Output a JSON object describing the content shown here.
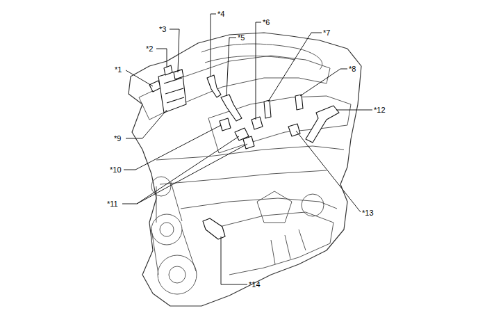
{
  "diagram": {
    "labels": [
      "*1",
      "*2",
      "*3",
      "*4",
      "*5",
      "*6",
      "*7",
      "*8",
      "*9",
      "*10",
      "*11",
      "*12",
      "*13",
      "*14"
    ]
  }
}
